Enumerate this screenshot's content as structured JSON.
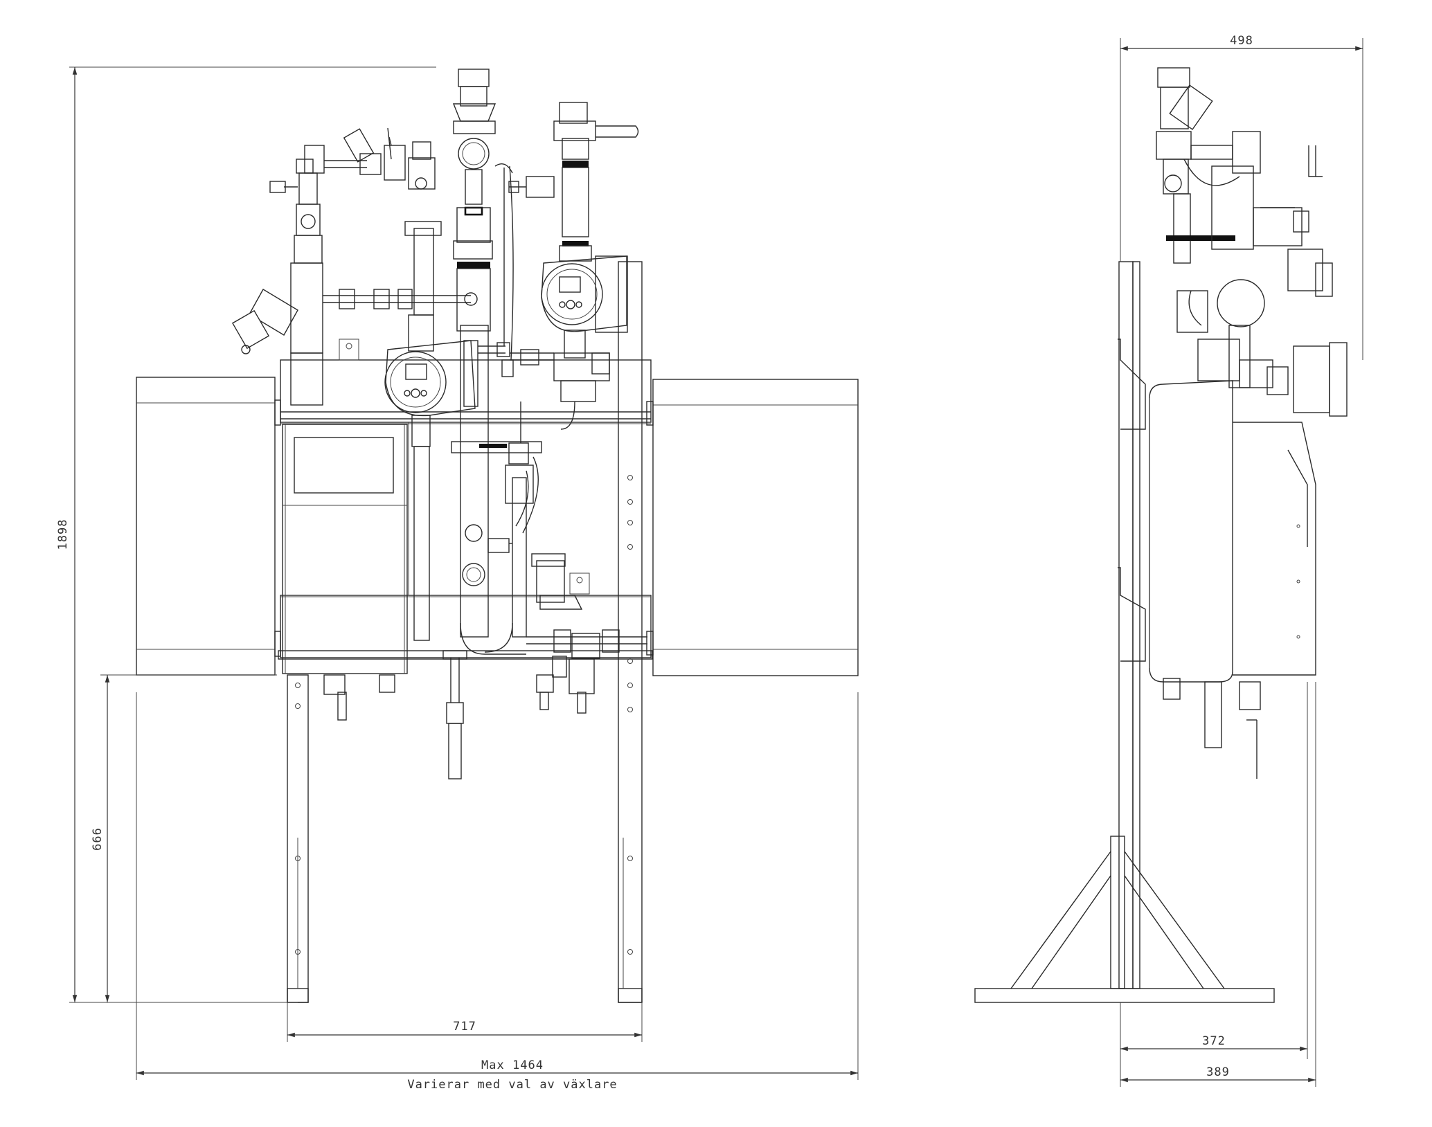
{
  "dimensions": {
    "total_height": "1898",
    "leg_height": "666",
    "leg_spacing": "717",
    "max_width": "Max 1464",
    "width_note": "Varierar med val av växlare",
    "side_top_width": "498",
    "side_depth_1": "372",
    "side_depth_2": "389"
  },
  "views": [
    "front-view",
    "side-view"
  ],
  "colors": {
    "line": "#2a2a2a",
    "background": "#ffffff"
  }
}
